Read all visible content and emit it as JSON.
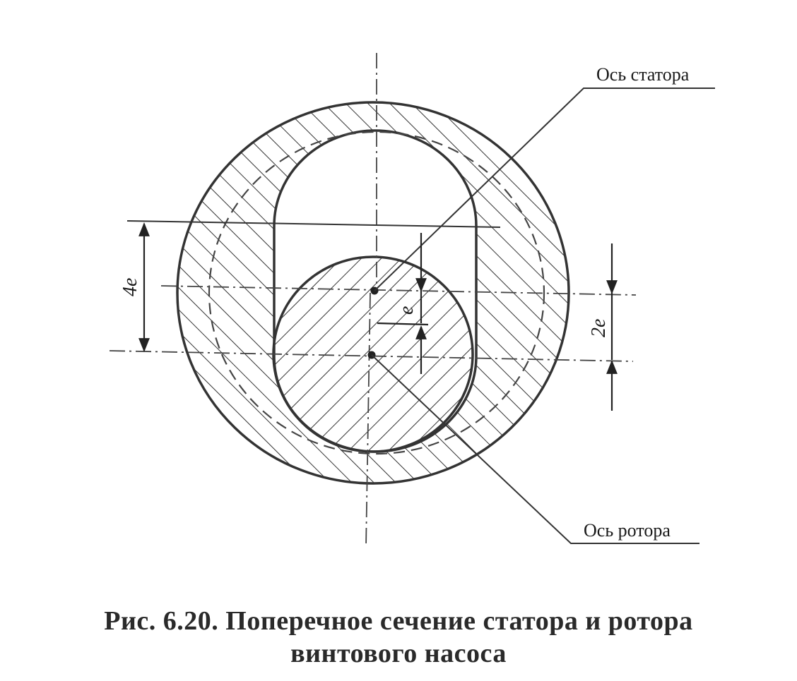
{
  "labels": {
    "stator_axis": "Ось статора",
    "rotor_axis": "Ось ротора",
    "dim_4e": "4e",
    "dim_2e": "2e",
    "dim_e": "e"
  },
  "caption": {
    "line1": "Рис. 6.20. Поперечное сечение статора и ротора",
    "line2": "винтового насоса"
  },
  "colors": {
    "ink": "#222222"
  }
}
